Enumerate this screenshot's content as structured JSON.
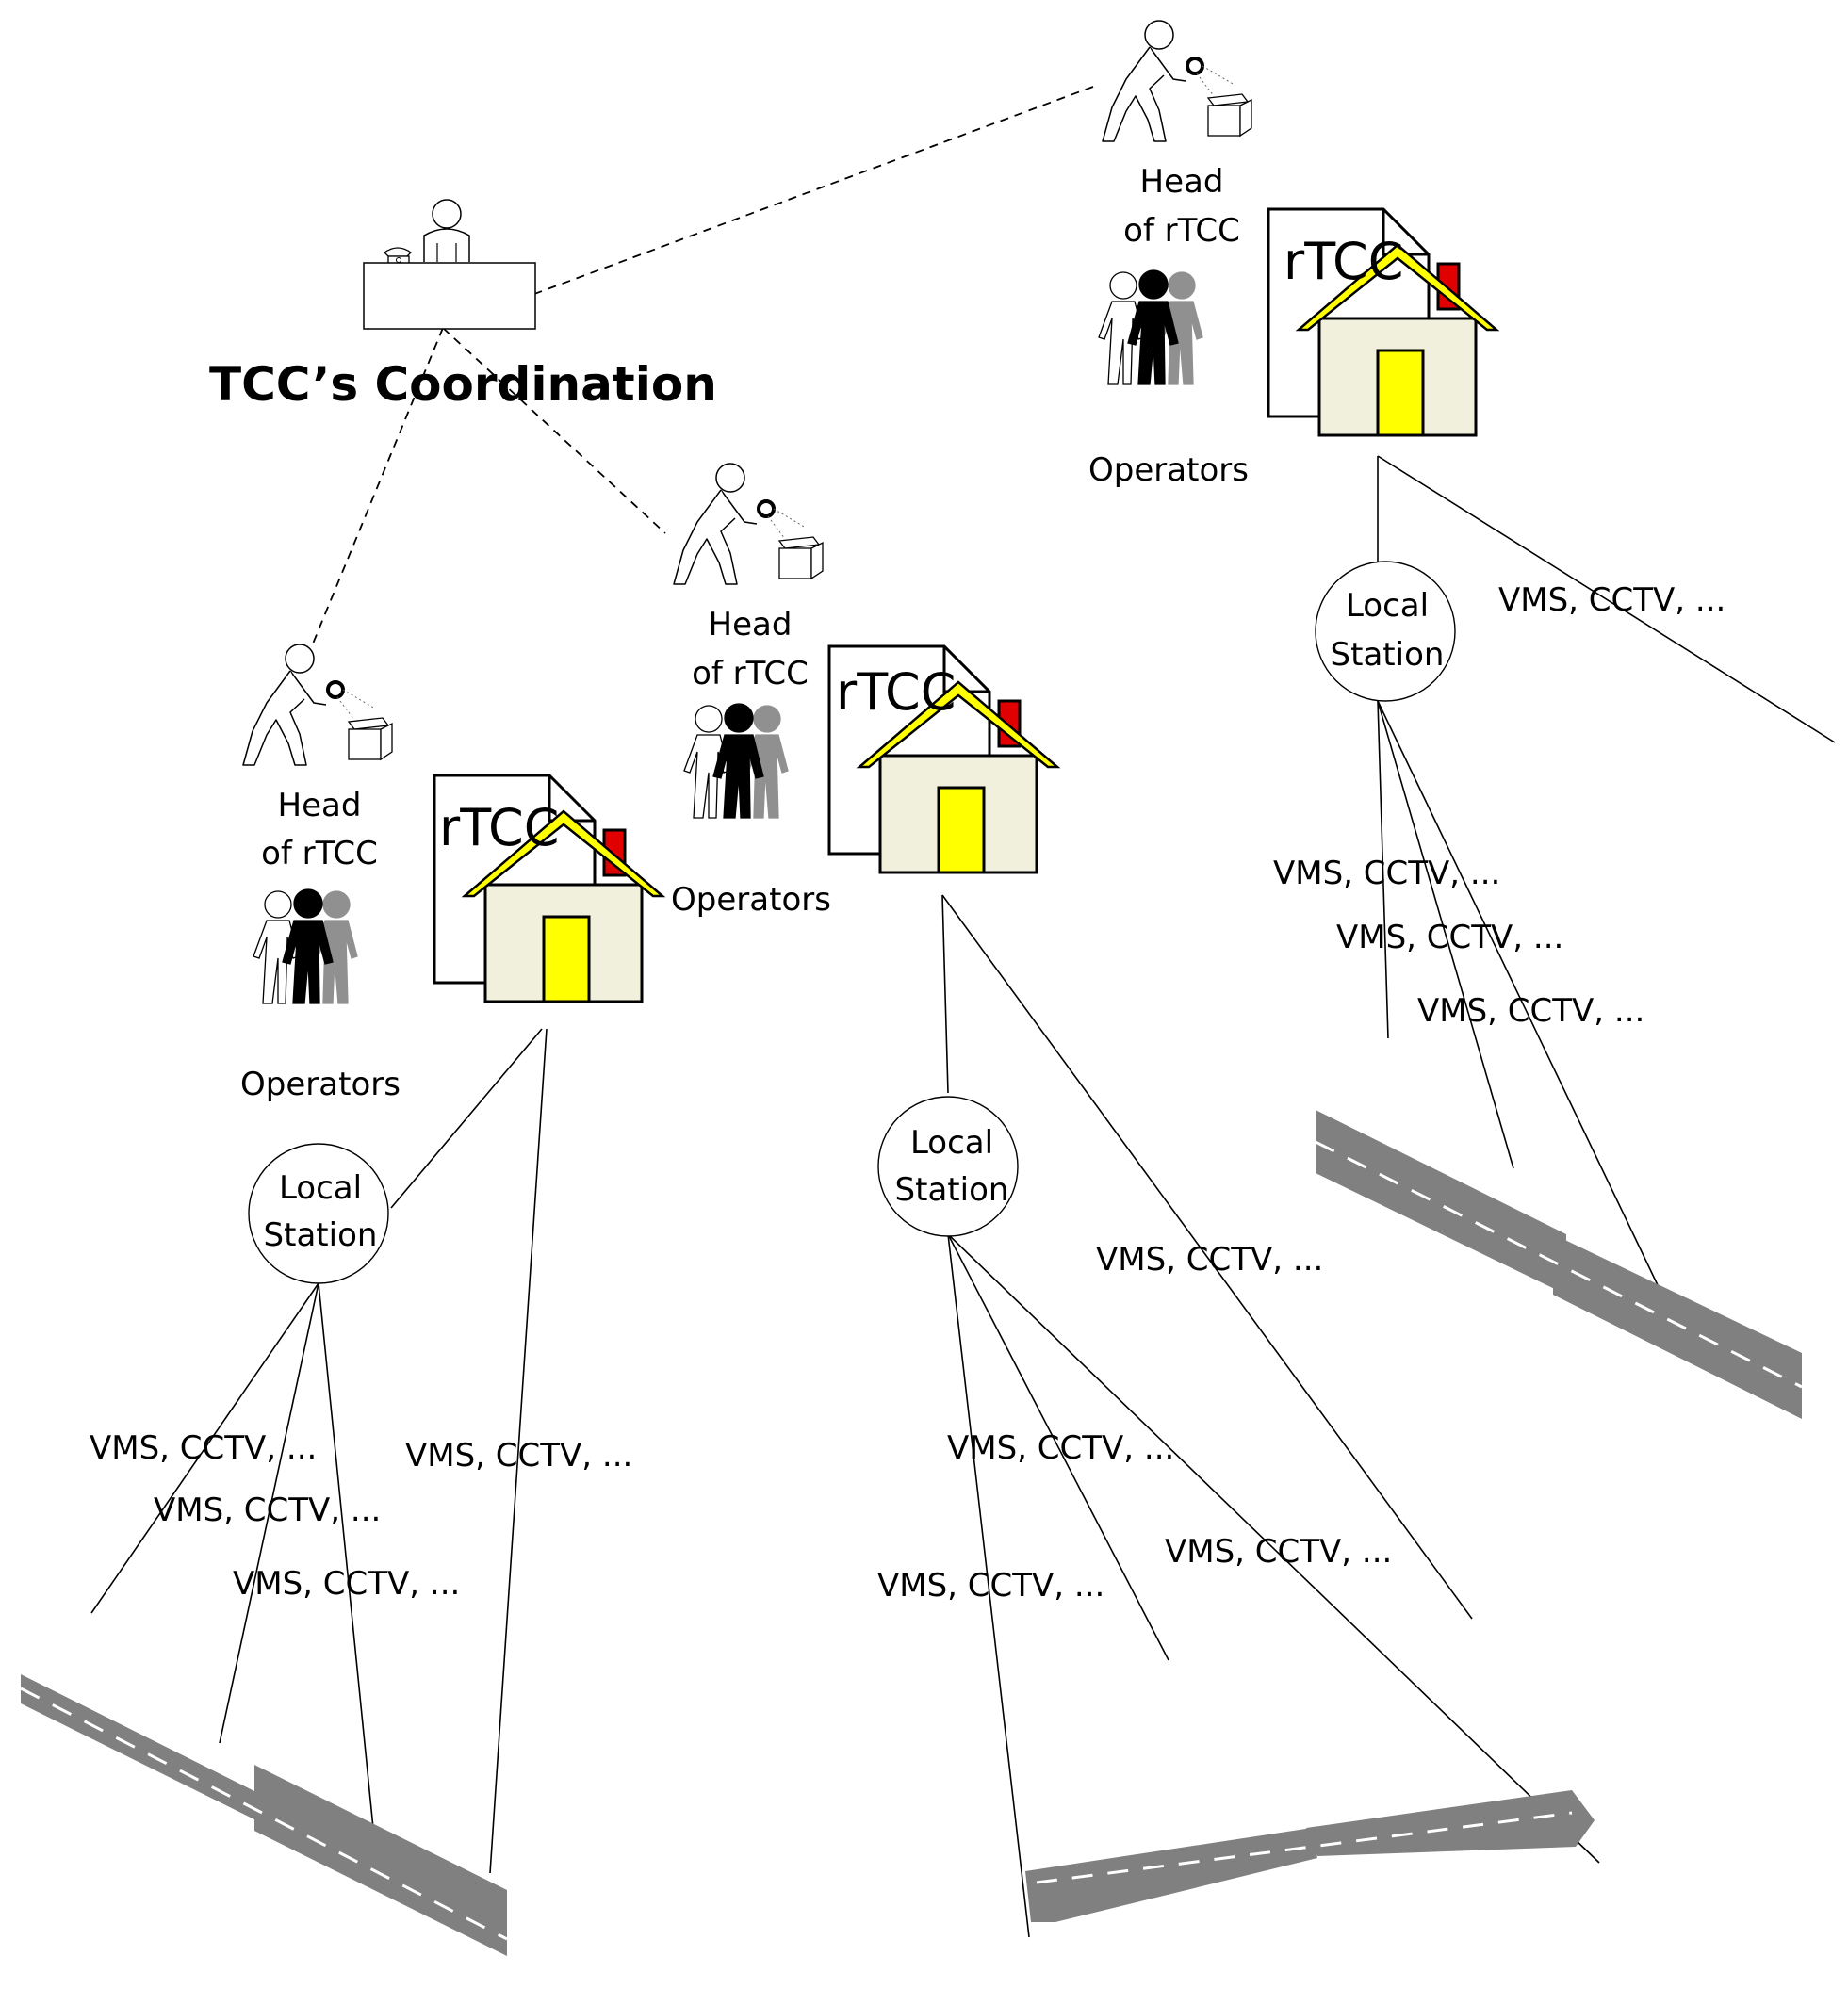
{
  "coordination": {
    "title": "TCC’s Coordination"
  },
  "rtccs": [
    {
      "head_line1": "Head",
      "head_line2": "of rTCC",
      "doc_label": "rTCC",
      "operators_label": "Operators",
      "station_line1": "Local",
      "station_line2": "Station",
      "device_labels": [
        "VMS, CCTV, ...",
        "VMS, CCTV, ...",
        "VMS, CCTV, ...",
        "VMS, CCTV, ..."
      ]
    },
    {
      "head_line1": "Head",
      "head_line2": "of rTCC",
      "doc_label": "rTCC",
      "operators_label": "Operators",
      "station_line1": "Local",
      "station_line2": "Station",
      "device_labels": [
        "VMS, CCTV, ...",
        "VMS, CCTV, ...",
        "VMS, CCTV, ...",
        "VMS, CCTV, ..."
      ]
    },
    {
      "head_line1": "Head",
      "head_line2": "of rTCC",
      "doc_label": "rTCC",
      "operators_label": "Operators",
      "station_line1": "Local",
      "station_line2": "Station",
      "device_labels": [
        "VMS, CCTV, ...",
        "VMS, CCTV, ...",
        "VMS, CCTV, ...",
        "VMS, CCTV, ..."
      ]
    }
  ],
  "colors": {
    "house_roof": "#ffff00",
    "house_wall": "#f0f0dc",
    "house_door": "#ffff00",
    "chimney": "#e00000",
    "road": "#808080",
    "road_marking": "#ffffff",
    "operator_front": "#000000",
    "operator_back": "#909090"
  }
}
